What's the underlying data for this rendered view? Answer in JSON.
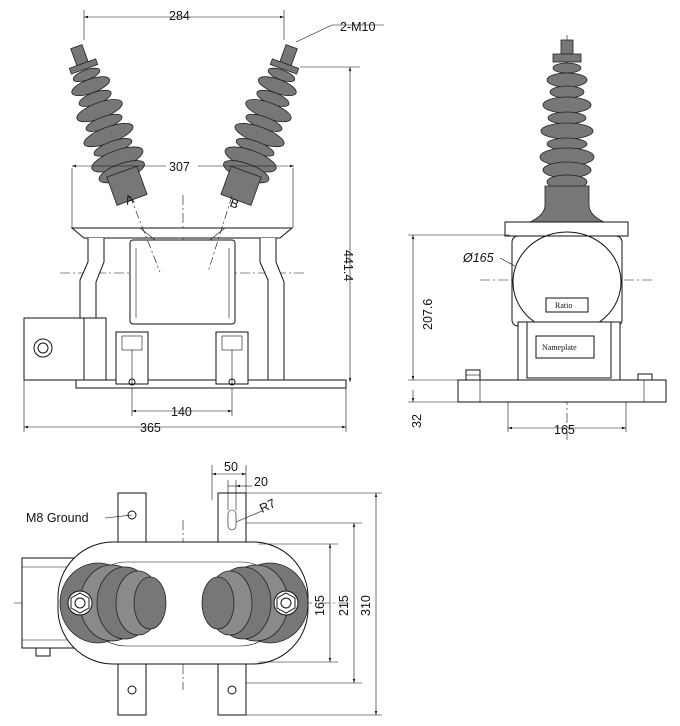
{
  "labels": {
    "front_width_top": "284",
    "bolt_callout": "2-M10",
    "front_inner_width": "307",
    "front_height": "441.4",
    "front_slot_spacing": "140",
    "front_base_width": "365",
    "side_diameter": "Ø165",
    "side_axis_height": "207.6",
    "side_base_thickness": "32",
    "side_base_width": "165",
    "ratio_plate": "Ratio",
    "nameplate": "Nameplate",
    "plan_slot_pitch": "50",
    "plan_slot_width": "20",
    "plan_radius": "R7",
    "plan_ground": "M8 Ground",
    "plan_dim_165": "165",
    "plan_dim_215": "215",
    "plan_dim_310": "310",
    "mark_a": "A",
    "mark_b": "B"
  }
}
